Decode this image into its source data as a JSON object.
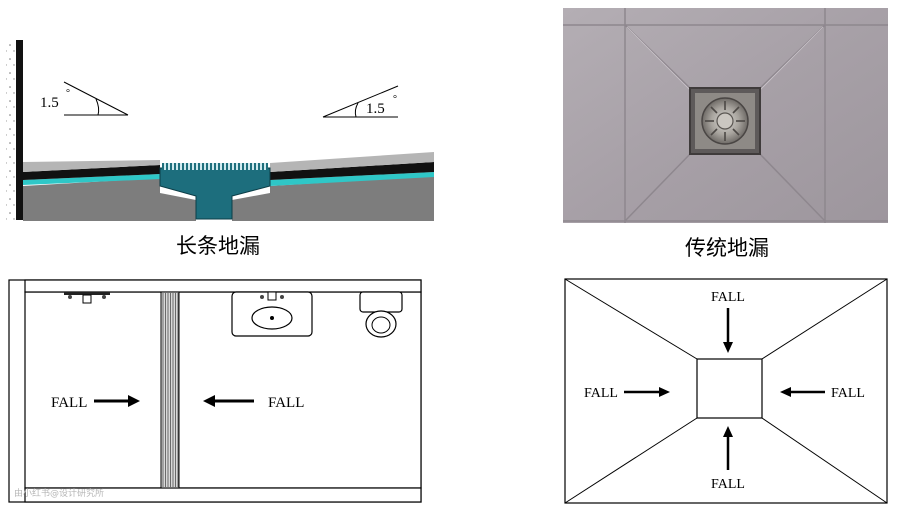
{
  "panels": {
    "linear_drain_section": {
      "caption": "长条地漏",
      "slope_left": "1.5",
      "slope_right": "1.5",
      "degree_symbol": "°"
    },
    "traditional_drain_photo": {
      "caption": "传统地漏"
    },
    "linear_plan": {
      "fall_left": "FALL",
      "fall_right": "FALL"
    },
    "traditional_plan": {
      "fall_top": "FALL",
      "fall_bottom": "FALL",
      "fall_left": "FALL",
      "fall_right": "FALL"
    }
  },
  "watermark": "由小红书@设计研究所"
}
